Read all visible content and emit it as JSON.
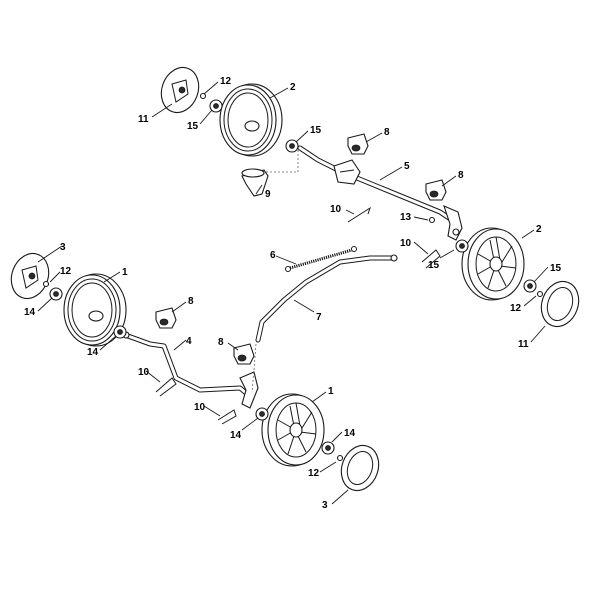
{
  "callouts": {
    "c1a": "1",
    "c1b": "1",
    "c2a": "2",
    "c2b": "2",
    "c3a": "3",
    "c3b": "3",
    "c4": "4",
    "c5": "5",
    "c6": "6",
    "c7": "7",
    "c8a": "8",
    "c8b": "8",
    "c8c": "8",
    "c8d": "8",
    "c9": "9",
    "c10a": "10",
    "c10b": "10",
    "c10c": "10",
    "c10d": "10",
    "c11a": "11",
    "c11b": "11",
    "c12a": "12",
    "c12b": "12",
    "c12c": "12",
    "c12d": "12",
    "c13": "13",
    "c14a": "14",
    "c14b": "14",
    "c14c": "14",
    "c14d": "14",
    "c15a": "15",
    "c15b": "15",
    "c15c": "15",
    "c15d": "15"
  }
}
